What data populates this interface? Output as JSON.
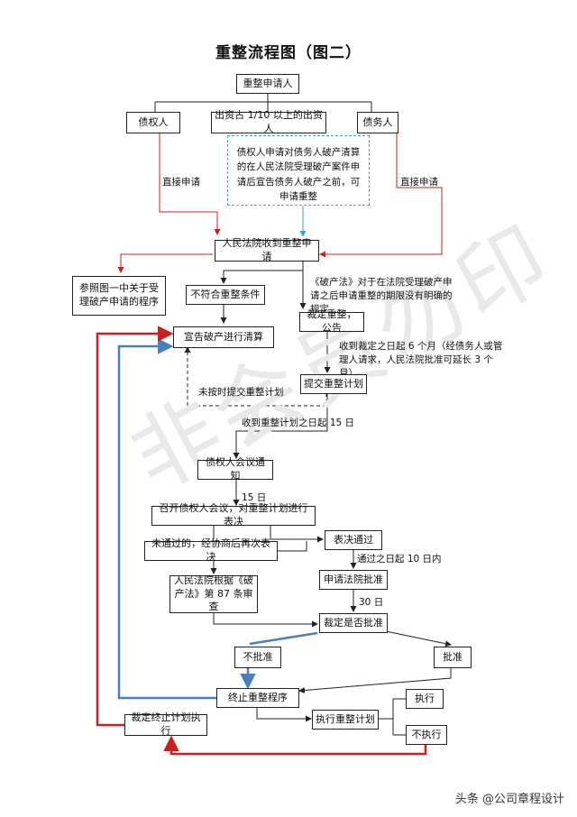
{
  "title": "重整流程图（图二）",
  "watermark": "非会员勿印",
  "credit": "头条 @公司章程设计",
  "nodes": {
    "applicant": "重整申请人",
    "creditor": "债权人",
    "investor": "出资占 1/10 以上的出资人",
    "debtor": "债务人",
    "court_receive": "人民法院收到重整申请",
    "refer": "参照图一中关于受理破产申请的程序",
    "not_qualified": "不符合重整条件",
    "declare_bankruptcy": "宣告破产进行清算",
    "ruling_announce": "裁定重整，公告",
    "submit_plan": "提交重整计划",
    "creditor_notice": "债权人会议通知",
    "convene_vote": "召开债权人会议，对重整计划进行表决",
    "not_passed": "未通过的，经协商后再次表决",
    "vote_passed": "表决通过",
    "court_review": "人民法院根据《破产法》第 87 条审查",
    "apply_approval": "申请法院批准",
    "ruling_approve": "裁定是否批准",
    "reject": "不批准",
    "approve": "批准",
    "terminate": "终止重整程序",
    "ruling_terminate": "裁定终止计划执行",
    "execute_plan": "执行重整计划",
    "executed": "执行",
    "not_executed": "不执行"
  },
  "labels": {
    "direct_apply_left": "直接申请",
    "direct_apply_right": "直接申请",
    "investor_note": "债权人申请对债务人破产清算的在人民法院受理破产案件申请后宣告债务人破产之前，可申请重整",
    "law_note": "《破产法》对于在法院受理破产申请之后申请重整的期限没有明确的规定",
    "six_months": "收到裁定之日起 6 个月（经债务人或管理人请求，人民法院批准可延长 3 个月）",
    "not_submitted": "未按时提交重整计划",
    "fifteen_days_plan": "收到重整计划之日起 15 日",
    "fifteen_days": "15 日",
    "ten_days": "通过之日起 10 日内",
    "thirty_days": "30 日"
  },
  "colors": {
    "red": "#cc1f1f",
    "blue": "#4a7fc1",
    "cyan": "#3aa6c9",
    "line": "#222222"
  }
}
